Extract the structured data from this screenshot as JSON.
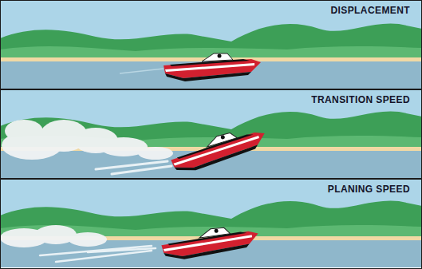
{
  "diagram": {
    "nodes": [
      {
        "text": [
          "DISPLACEMENT"
        ]
      },
      {
        "text": [
          "TRANSITION SPEED"
        ]
      },
      {
        "text": [
          "PLANING SPEED"
        ]
      }
    ]
  }
}
